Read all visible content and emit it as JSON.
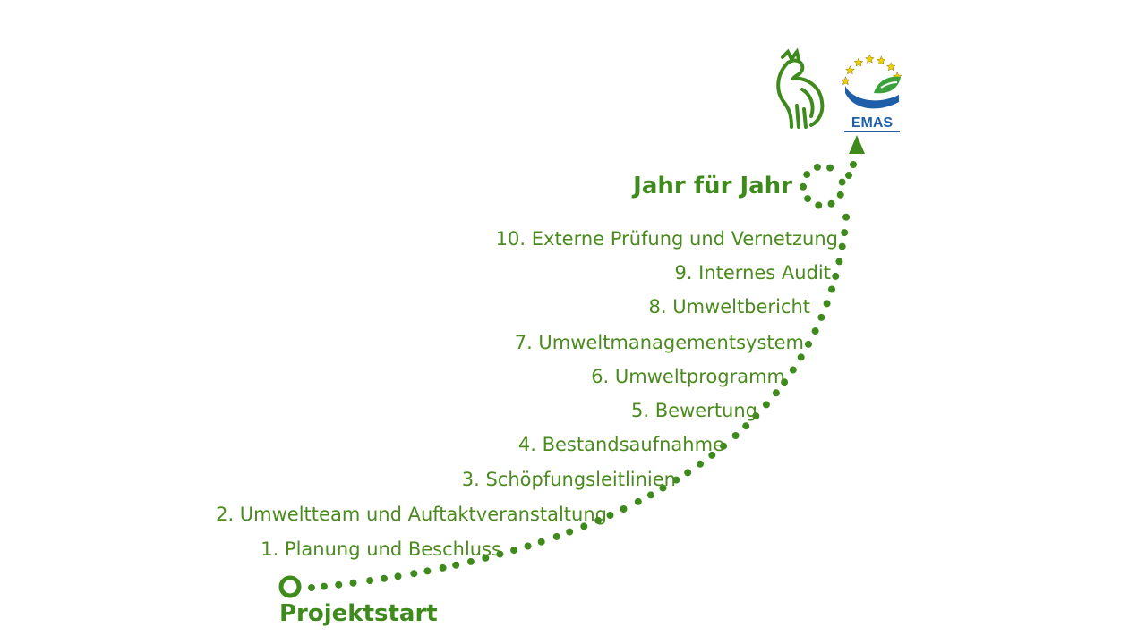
{
  "start_label": "Projektstart",
  "repeat_label": "Jahr für Jahr",
  "steps": [
    "1. Planung und Beschluss",
    "2. Umweltteam und Auftaktveranstaltung",
    "3. Schöpfungsleitlinien",
    "4. Bestandsaufnahme",
    "5. Bewertung",
    "6. Umweltprogramm",
    "7. Umweltmanagementsystem",
    "8. Umweltbericht",
    "9. Internes Audit",
    "10. Externe Prüfung und Vernetzung"
  ],
  "logos": {
    "rooster": "gruener-gockel-logo",
    "emas_text": "EMAS"
  },
  "colors": {
    "green": "#4a8a1e",
    "dots": "#3f8a1c",
    "emas_blue": "#1f5fa8",
    "emas_green": "#3aa23a",
    "star_yellow": "#f0d000"
  }
}
